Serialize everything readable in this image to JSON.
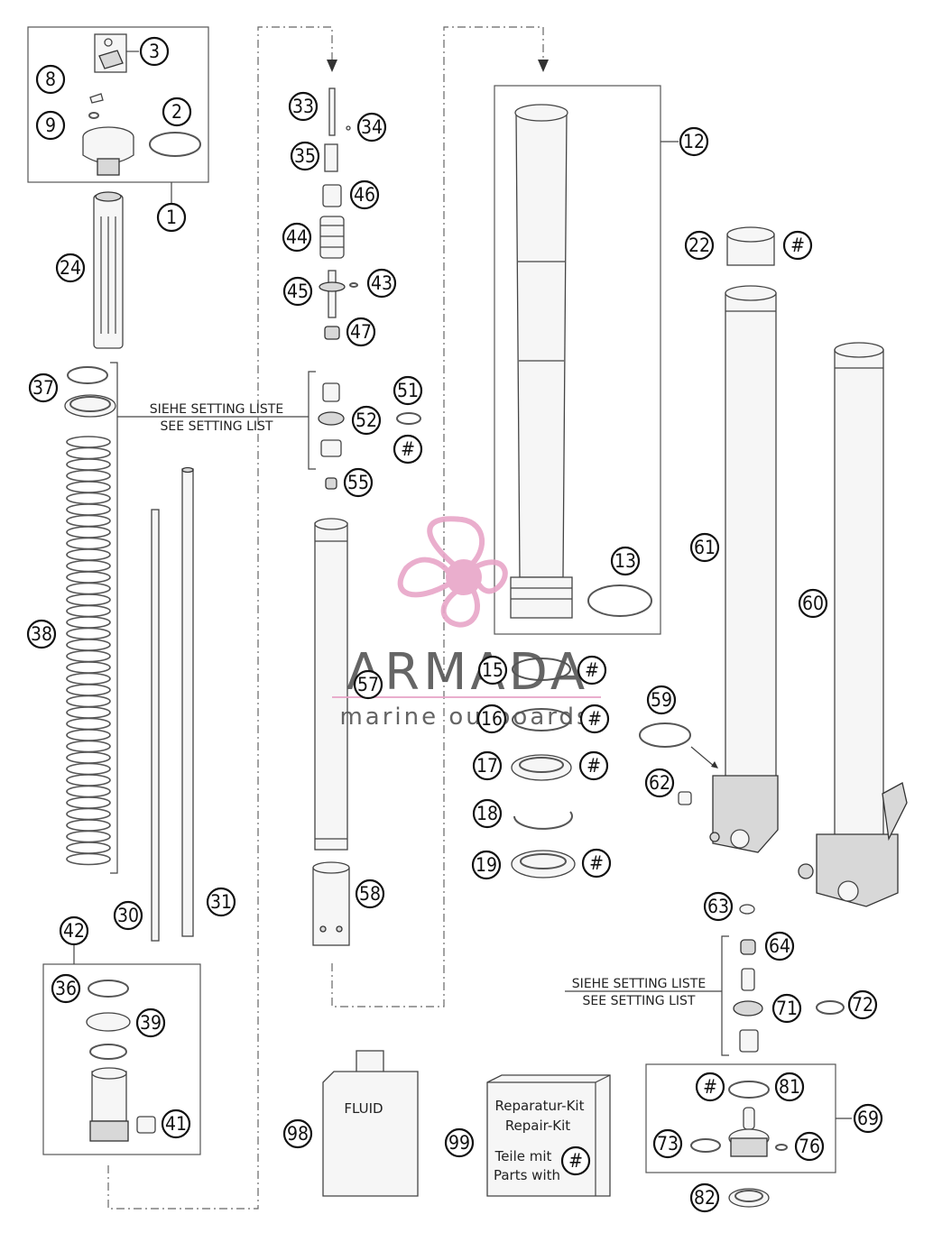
{
  "callouts": [
    {
      "n": "1"
    },
    {
      "n": "2"
    },
    {
      "n": "3"
    },
    {
      "n": "8"
    },
    {
      "n": "9"
    },
    {
      "n": "24"
    },
    {
      "n": "37"
    },
    {
      "n": "38"
    },
    {
      "n": "30"
    },
    {
      "n": "31"
    },
    {
      "n": "42"
    },
    {
      "n": "36"
    },
    {
      "n": "39"
    },
    {
      "n": "41"
    },
    {
      "n": "33"
    },
    {
      "n": "34"
    },
    {
      "n": "35"
    },
    {
      "n": "46"
    },
    {
      "n": "44"
    },
    {
      "n": "45"
    },
    {
      "n": "43"
    },
    {
      "n": "47"
    },
    {
      "n": "51"
    },
    {
      "n": "52"
    },
    {
      "n": "#"
    },
    {
      "n": "55"
    },
    {
      "n": "57"
    },
    {
      "n": "58"
    },
    {
      "n": "12"
    },
    {
      "n": "13"
    },
    {
      "n": "15"
    },
    {
      "n": "#"
    },
    {
      "n": "16"
    },
    {
      "n": "#"
    },
    {
      "n": "17"
    },
    {
      "n": "#"
    },
    {
      "n": "18"
    },
    {
      "n": "19"
    },
    {
      "n": "#"
    },
    {
      "n": "22"
    },
    {
      "n": "#"
    },
    {
      "n": "61"
    },
    {
      "n": "60"
    },
    {
      "n": "59"
    },
    {
      "n": "62"
    },
    {
      "n": "63"
    },
    {
      "n": "64"
    },
    {
      "n": "71"
    },
    {
      "n": "72"
    },
    {
      "n": "69"
    },
    {
      "n": "#"
    },
    {
      "n": "81"
    },
    {
      "n": "73"
    },
    {
      "n": "76"
    },
    {
      "n": "82"
    },
    {
      "n": "98"
    },
    {
      "n": "99"
    },
    {
      "n": "#"
    }
  ],
  "setting_note_top": {
    "line1": "SIEHE SETTING LISTE",
    "line2": "SEE SETTING LIST"
  },
  "setting_note_bottom": {
    "line1": "SIEHE SETTING LISTE",
    "line2": "SEE SETTING LIST"
  },
  "fluid_label": "FLUID",
  "repair_kit": {
    "line1": "Reparatur-Kit",
    "line2": "Repair-Kit",
    "line3": "Teile mit",
    "line4": "Parts with"
  },
  "watermark": {
    "brand": "ARMADA",
    "tagline": "marine outboards",
    "accent_color": "#e8a6c8"
  }
}
